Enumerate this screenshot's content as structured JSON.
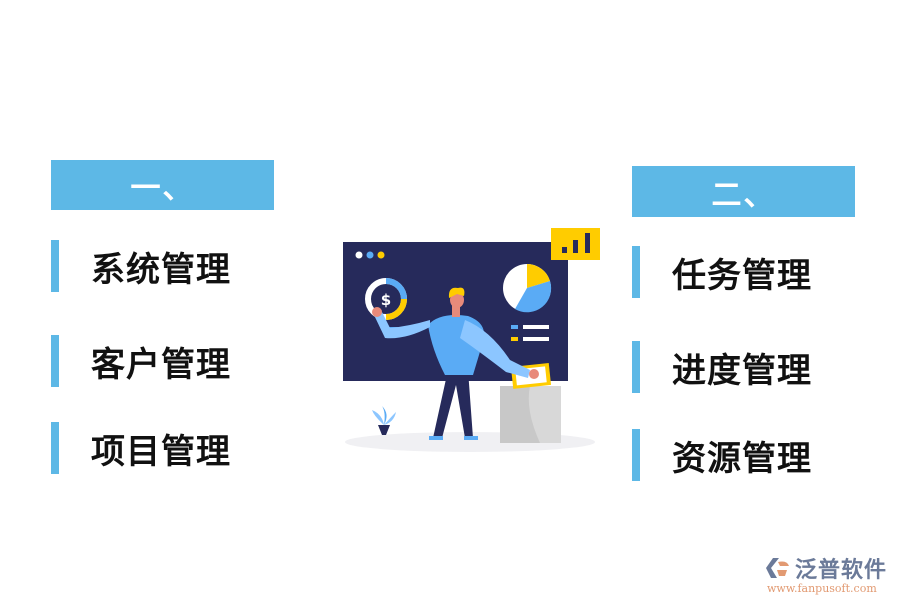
{
  "left_section": {
    "header": "一、",
    "items": [
      {
        "label": "系统管理"
      },
      {
        "label": "客户管理"
      },
      {
        "label": "项目管理"
      }
    ]
  },
  "right_section": {
    "header": "二、",
    "items": [
      {
        "label": "任务管理"
      },
      {
        "label": "进度管理"
      },
      {
        "label": "资源管理"
      }
    ]
  },
  "illustration": {
    "description": "person presenting dashboard with pie chart, donut chart and bar icon",
    "colors": {
      "board": "#262a5b",
      "blue": "#5aabf5",
      "light_blue": "#8cc6ff",
      "yellow": "#ffcc00",
      "gray": "#c8c8c8"
    }
  },
  "logo": {
    "name": "泛普软件",
    "url": "www.fanpusoft.com"
  },
  "colors": {
    "accent": "#5db8e6",
    "text": "#111111"
  }
}
